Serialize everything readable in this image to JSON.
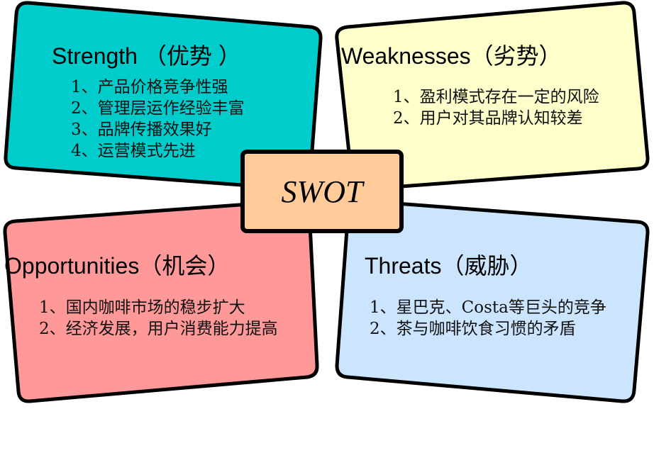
{
  "center": {
    "label": "SWOT",
    "color": "#FFCC99"
  },
  "quadrants": [
    {
      "key": "strength",
      "title": "Strength （优势 ）",
      "color": "#00CCCC",
      "items": [
        "1、产品价格竞争性强",
        "2、管理层运作经验丰富",
        "3、品牌传播效果好",
        "4、运营模式先进"
      ]
    },
    {
      "key": "weaknesses",
      "title": "Weaknesses（劣势）",
      "color": "#FFFFCC",
      "items": [
        "1、盈利模式存在一定的风险",
        "2、用户对其品牌认知较差"
      ]
    },
    {
      "key": "opportunities",
      "title": "Opportunities（机会）",
      "color": "#FF9999",
      "items": [
        "1、国内咖啡市场的稳步扩大",
        "2、经济发展，用户消费能力提高"
      ]
    },
    {
      "key": "threats",
      "title": "Threats（威胁）",
      "color": "#CCE5FF",
      "items": [
        "1、星巴克、Costa等巨头的竞争",
        "2、茶与咖啡饮食习惯的矛盾"
      ]
    }
  ]
}
